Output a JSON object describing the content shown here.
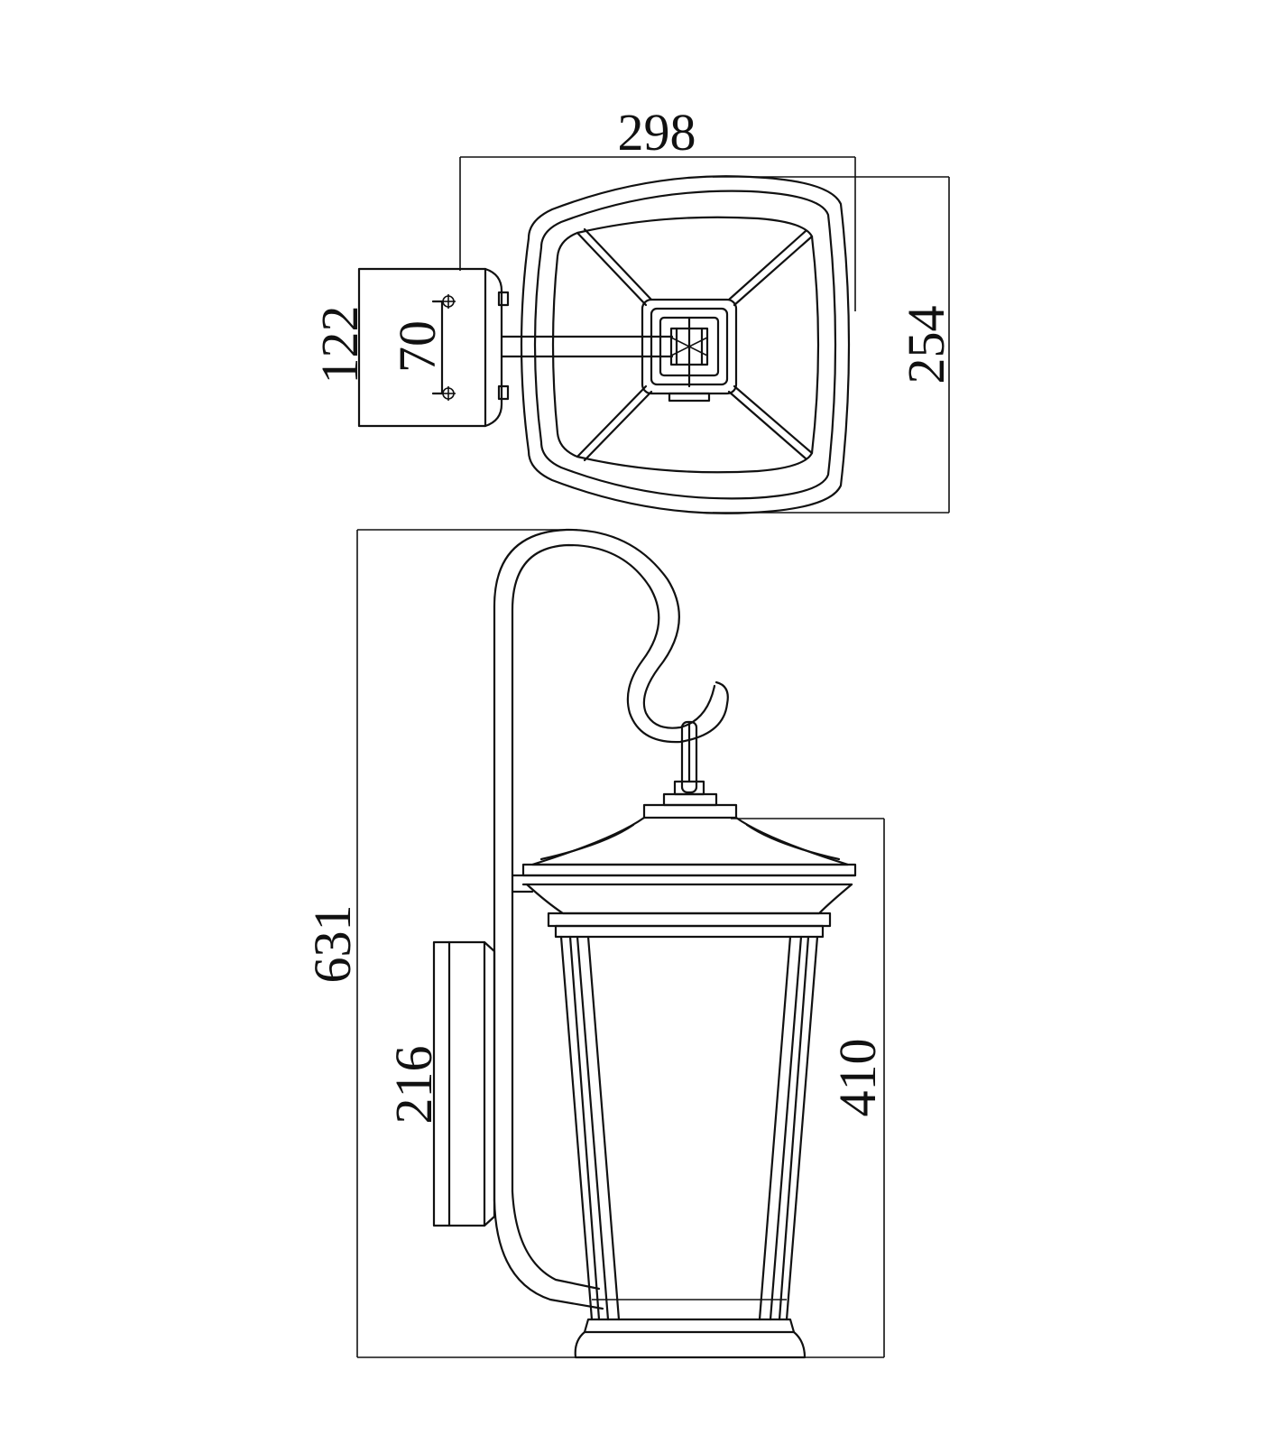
{
  "dimensions": {
    "top_width": "298",
    "top_depth": "254",
    "backplate_height": "122",
    "mount_spacing": "70",
    "overall_height": "631",
    "backplate_side_height": "216",
    "lantern_height": "410"
  }
}
